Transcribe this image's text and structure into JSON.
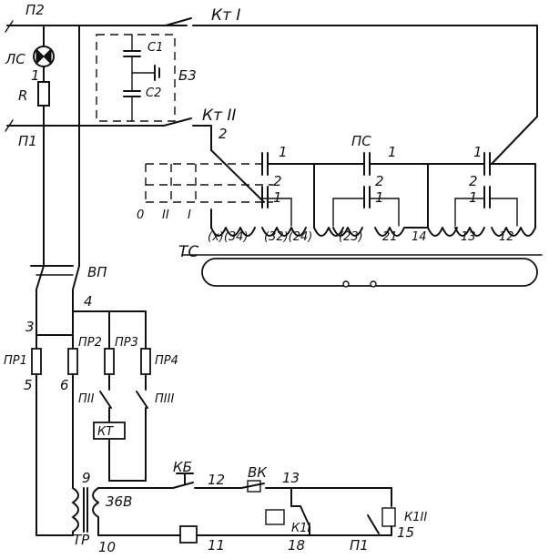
{
  "labels": {
    "P2": "П2",
    "P1": "П1",
    "LS": "ЛС",
    "one_lamp": "1",
    "R": "R",
    "KtI": "Кт I",
    "KtII": "Кт II",
    "two_kt": "2",
    "C1": "С1",
    "C2": "С2",
    "B3": "Б3",
    "PS": "ПС",
    "TS": "ТС",
    "VP": "ВП",
    "n4": "4",
    "n3": "3",
    "PR1": "ПР1",
    "PR2": "ПР2",
    "PR3": "ПР3",
    "PR4": "ПР4",
    "n5": "5",
    "n6": "6",
    "PII": "ПII",
    "PIII": "ПIII",
    "KT": "КТ",
    "KB": "КБ",
    "n12": "12",
    "VK": "ВК",
    "n13": "13",
    "n9": "9",
    "v36": "36В",
    "TR": "ТР",
    "n10": "10",
    "n11": "11",
    "n18": "18",
    "P1b": "П1",
    "K1I": "К1I",
    "K1II": "К1II",
    "n15": "15",
    "n14": "14",
    "pos0": "0",
    "posII": "II",
    "posI": "I",
    "c1a": "1",
    "c2a": "2",
    "c1b": "1",
    "c1c": "1",
    "c2c": "2",
    "c1d": "1",
    "c1e": "1",
    "c2e": "2",
    "c1f": "1",
    "t_x34": "(х)(34)",
    "t_32_24": "(32)(24)",
    "t_23": "(23)",
    "t_21": "21",
    "t_13": "13",
    "t_12": "12"
  }
}
